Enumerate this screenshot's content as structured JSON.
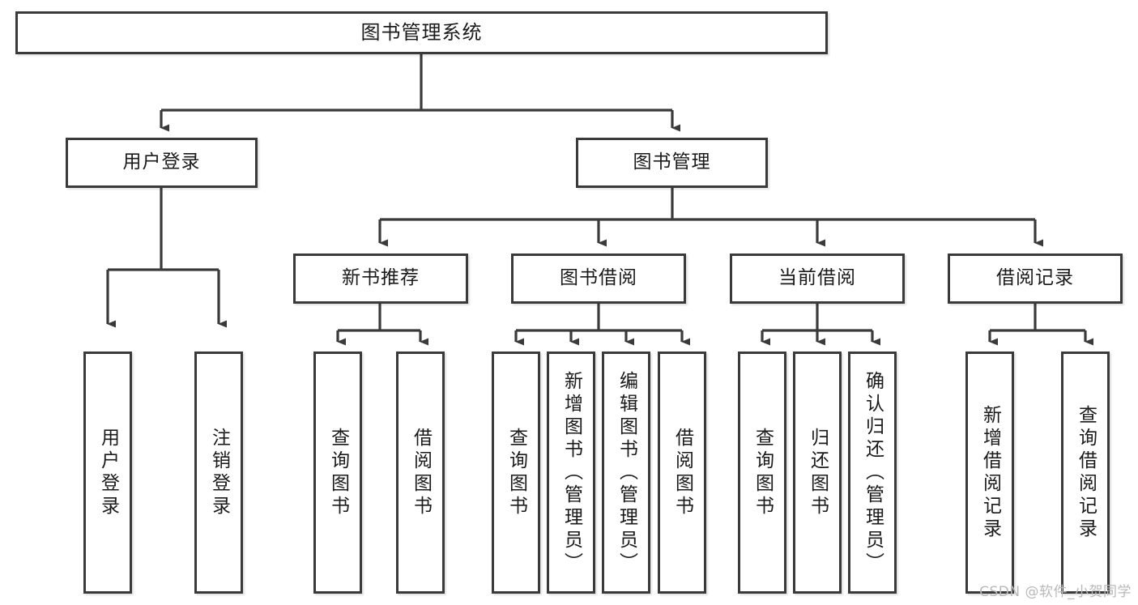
{
  "diagram": {
    "title": "图书管理系统",
    "type": "tree-hierarchy",
    "watermark": "CSDN @软件_小贺同学",
    "colors": {
      "box_border": "#3a3a3a",
      "box_fill": "#ffffff",
      "connector": "#3a3a3a",
      "text": "#1a1a1a",
      "watermark": "#b9b9b9"
    }
  },
  "nodes": {
    "root": {
      "label": "图书管理系统"
    },
    "level2": [
      {
        "label": "用户登录"
      },
      {
        "label": "图书管理"
      }
    ],
    "level3": [
      {
        "label": "新书推荐"
      },
      {
        "label": "图书借阅"
      },
      {
        "label": "当前借阅"
      },
      {
        "label": "借阅记录"
      }
    ],
    "leaves": {
      "user_login": [
        {
          "label": "用户登录"
        },
        {
          "label": "注销登录"
        }
      ],
      "new_book_recommend": [
        {
          "label": "查询图书"
        },
        {
          "label": "借阅图书"
        }
      ],
      "book_borrow": [
        {
          "label": "查询图书"
        },
        {
          "label": "新增图书（管理员）"
        },
        {
          "label": "编辑图书（管理员）"
        },
        {
          "label": "借阅图书"
        }
      ],
      "current_borrow": [
        {
          "label": "查询图书"
        },
        {
          "label": "归还图书"
        },
        {
          "label": "确认归还（管理员）"
        }
      ],
      "borrow_record": [
        {
          "label": "新增借阅记录"
        },
        {
          "label": "查询借阅记录"
        }
      ]
    }
  }
}
